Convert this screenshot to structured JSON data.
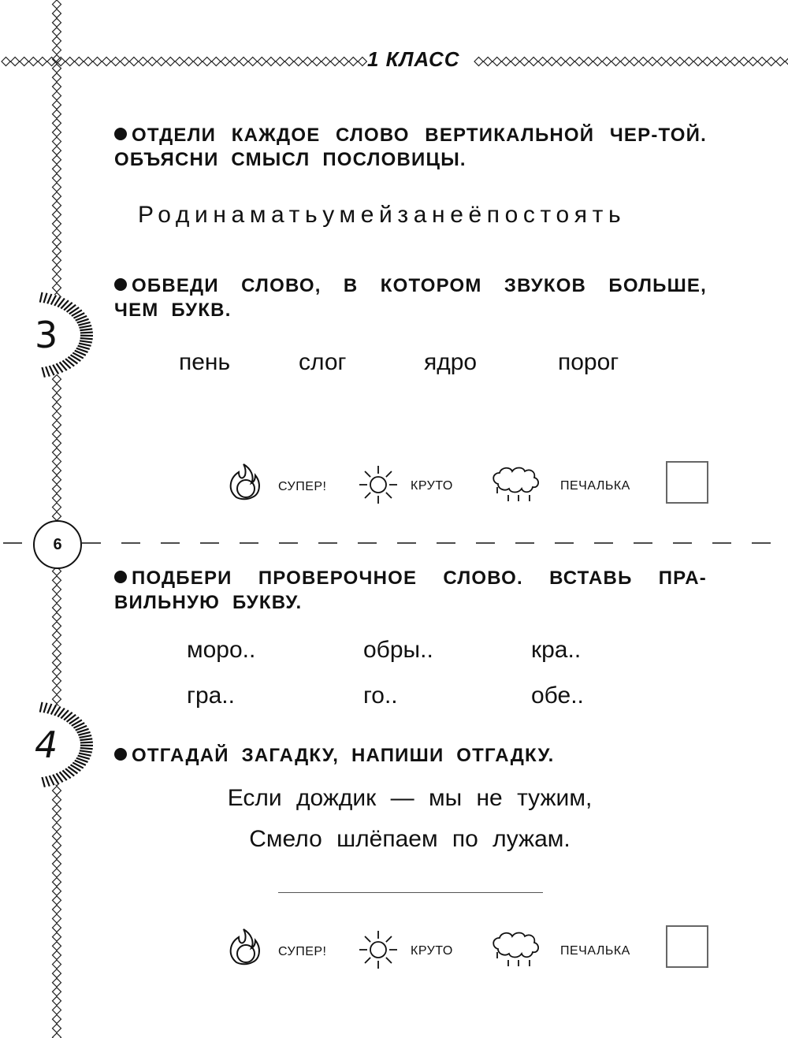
{
  "header": {
    "grade": "1 КЛАСС"
  },
  "page_number": "6",
  "badges": [
    "3",
    "4"
  ],
  "tasks": [
    {
      "instruction": "ОТДЕЛИ КАЖДОЕ СЛОВО ВЕРТИКАЛЬНОЙ ЧЕР-ТОЙ. ОБЪЯСНИ СМЫСЛ ПОСЛОВИЦЫ.",
      "text": "Родинаматьумейзанеёпостоять"
    },
    {
      "instruction": "ОБВЕДИ СЛОВО, В КОТОРОМ ЗВУКОВ БОЛЬШЕ, ЧЕМ БУКВ.",
      "words": [
        "пень",
        "слог",
        "ядро",
        "порог"
      ]
    },
    {
      "instruction": "ПОДБЕРИ ПРОВЕРОЧНОЕ СЛОВО. ВСТАВЬ ПРА-ВИЛЬНУЮ БУКВУ.",
      "words": [
        "моро..",
        "обры..",
        "кра..",
        "гра..",
        "го..",
        "обе.."
      ]
    },
    {
      "instruction": "ОТГАДАЙ ЗАГАДКУ, НАПИШИ ОТГАДКУ.",
      "lines": [
        "Если дождик — мы не тужим,",
        "Смело шлёпаем по лужам."
      ]
    }
  ],
  "mood": {
    "super": "СУПЕР!",
    "cool": "КРУТО",
    "sad": "ПЕЧАЛЬКА"
  }
}
